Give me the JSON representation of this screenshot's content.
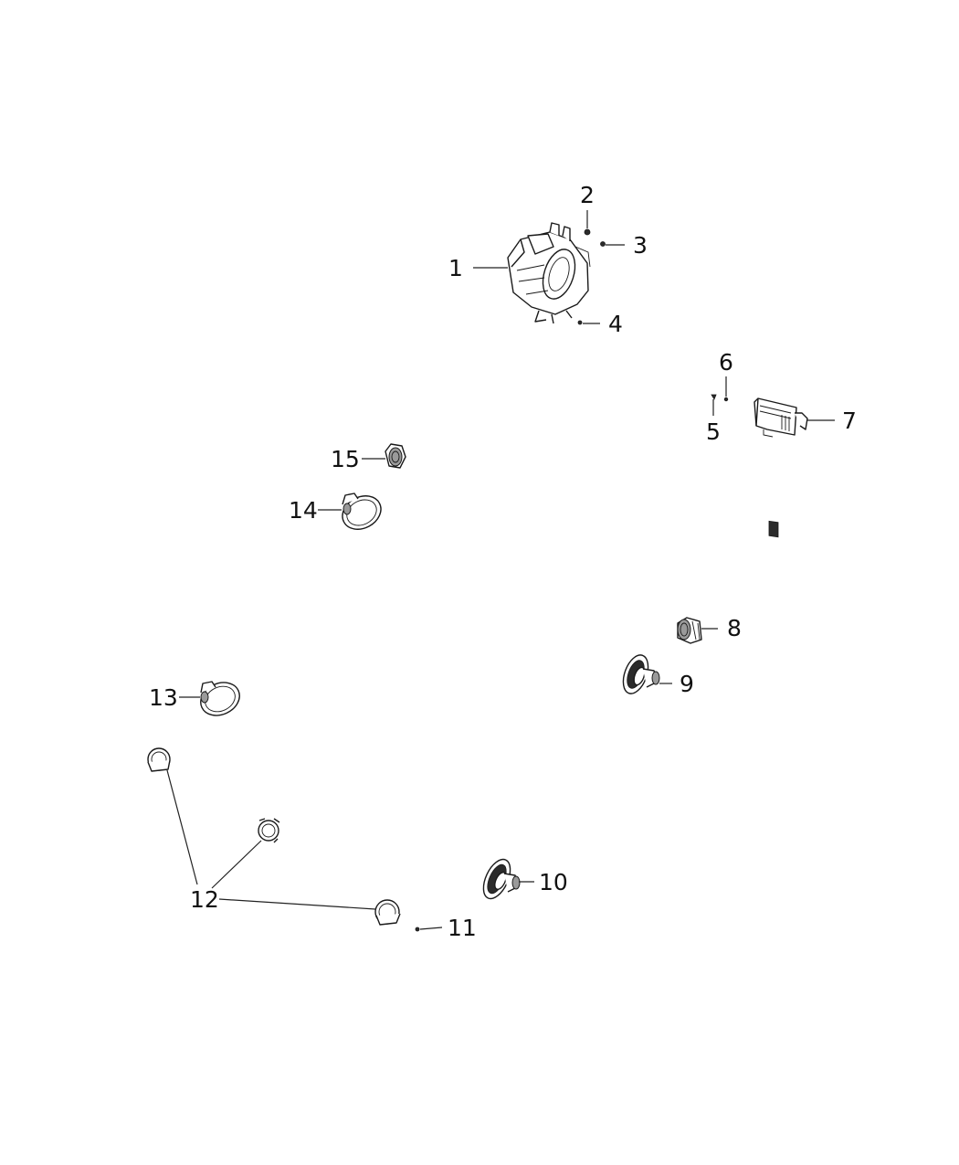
{
  "diagram": {
    "callouts": [
      "1",
      "2",
      "3",
      "4",
      "5",
      "6",
      "7",
      "8",
      "9",
      "10",
      "11",
      "12",
      "13",
      "14",
      "15"
    ]
  },
  "colors": {
    "line": "#222222",
    "text": "#111111",
    "background": "#ffffff"
  }
}
